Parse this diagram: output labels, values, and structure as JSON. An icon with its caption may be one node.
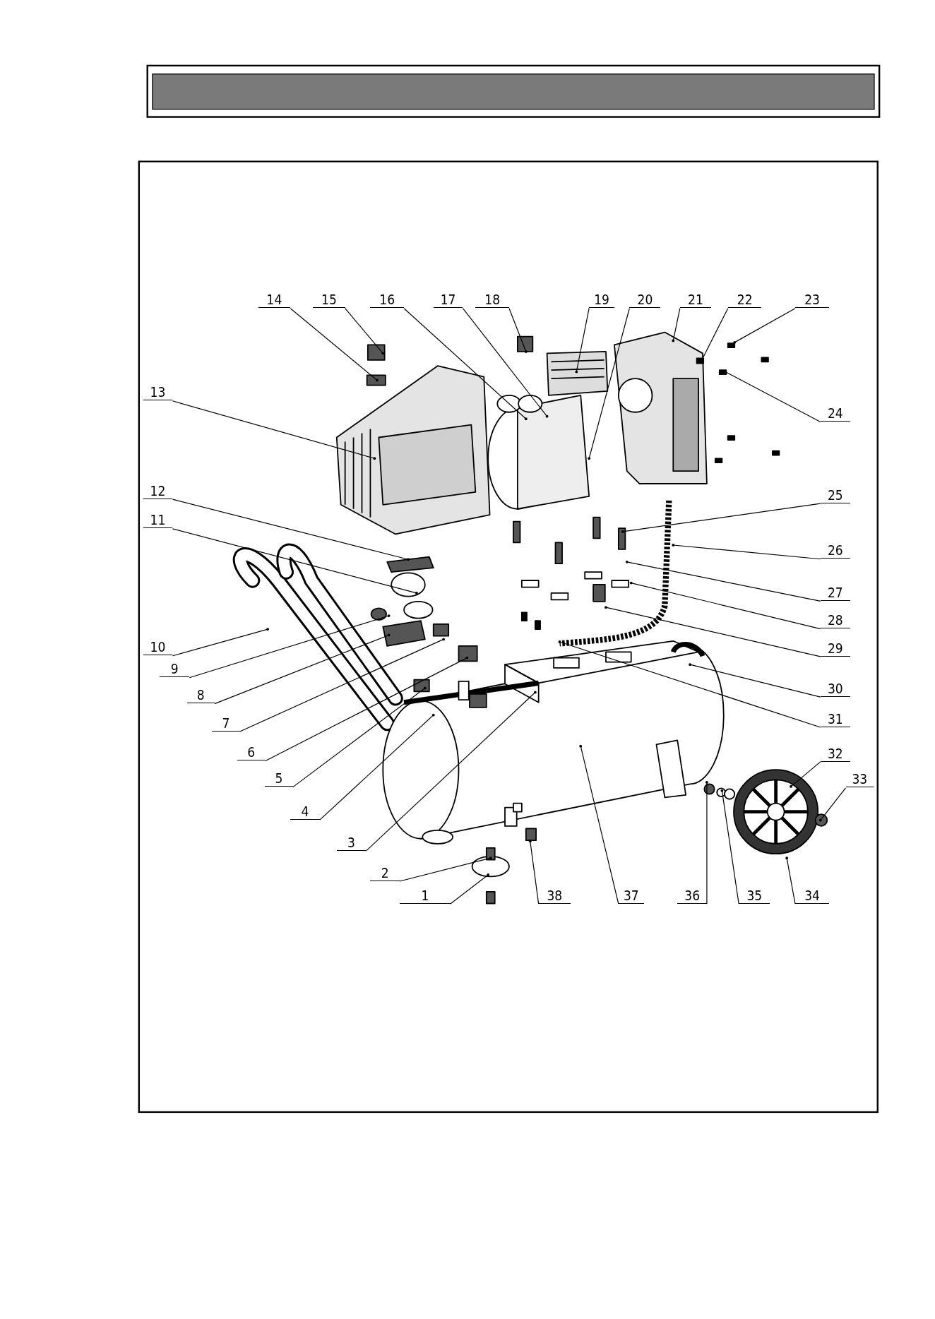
{
  "diagram": {
    "nodes": [
      {
        "text": [
          "1"
        ]
      },
      {
        "text": [
          "2"
        ]
      },
      {
        "text": [
          "3"
        ]
      },
      {
        "text": [
          "4"
        ]
      },
      {
        "text": [
          "5"
        ]
      },
      {
        "text": [
          "6"
        ]
      },
      {
        "text": [
          "7"
        ]
      },
      {
        "text": [
          "8"
        ]
      },
      {
        "text": [
          "9"
        ]
      },
      {
        "text": [
          "10"
        ]
      },
      {
        "text": [
          "11"
        ]
      },
      {
        "text": [
          "12"
        ]
      },
      {
        "text": [
          "13"
        ]
      },
      {
        "text": [
          "14"
        ]
      },
      {
        "text": [
          "15"
        ]
      },
      {
        "text": [
          "16"
        ]
      },
      {
        "text": [
          "17"
        ]
      },
      {
        "text": [
          "18"
        ]
      },
      {
        "text": [
          "19"
        ]
      },
      {
        "text": [
          "20"
        ]
      },
      {
        "text": [
          "21"
        ]
      },
      {
        "text": [
          "22"
        ]
      },
      {
        "text": [
          "23"
        ]
      },
      {
        "text": [
          "24"
        ]
      },
      {
        "text": [
          "25"
        ]
      },
      {
        "text": [
          "26"
        ]
      },
      {
        "text": [
          "27"
        ]
      },
      {
        "text": [
          "28"
        ]
      },
      {
        "text": [
          "29"
        ]
      },
      {
        "text": [
          "30"
        ]
      },
      {
        "text": [
          "31"
        ]
      },
      {
        "text": [
          "32"
        ]
      },
      {
        "text": [
          "33"
        ]
      },
      {
        "text": [
          "34"
        ]
      },
      {
        "text": [
          "35"
        ]
      },
      {
        "text": [
          "36"
        ]
      },
      {
        "text": [
          "37"
        ]
      },
      {
        "text": [
          "38"
        ]
      }
    ],
    "edges": [
      {
        "from": 0,
        "to": null,
        "arrow": "other"
      },
      {
        "from": 1,
        "to": null,
        "arrow": "other"
      },
      {
        "from": 2,
        "to": null,
        "arrow": "other"
      },
      {
        "from": 3,
        "to": null,
        "arrow": "other"
      },
      {
        "from": 4,
        "to": null,
        "arrow": "other"
      },
      {
        "from": 5,
        "to": null,
        "arrow": "other"
      },
      {
        "from": 6,
        "to": null,
        "arrow": "other"
      },
      {
        "from": 7,
        "to": null,
        "arrow": "other"
      },
      {
        "from": 8,
        "to": null,
        "arrow": "other"
      },
      {
        "from": 9,
        "to": null,
        "arrow": "other"
      },
      {
        "from": 10,
        "to": null,
        "arrow": "other"
      },
      {
        "from": 11,
        "to": null,
        "arrow": "other"
      },
      {
        "from": 12,
        "to": null,
        "arrow": "other"
      },
      {
        "from": 13,
        "to": null,
        "arrow": "other"
      },
      {
        "from": 14,
        "to": null,
        "arrow": "other"
      },
      {
        "from": 15,
        "to": null,
        "arrow": "other"
      },
      {
        "from": 16,
        "to": null,
        "arrow": "other"
      },
      {
        "from": 17,
        "to": null,
        "arrow": "other"
      },
      {
        "from": 18,
        "to": null,
        "arrow": "other"
      },
      {
        "from": 19,
        "to": null,
        "arrow": "other"
      },
      {
        "from": 20,
        "to": null,
        "arrow": "other"
      },
      {
        "from": 21,
        "to": null,
        "arrow": "other"
      },
      {
        "from": 22,
        "to": null,
        "arrow": "other"
      },
      {
        "from": 23,
        "to": null,
        "arrow": "other"
      },
      {
        "from": 24,
        "to": null,
        "arrow": "other"
      },
      {
        "from": 25,
        "to": null,
        "arrow": "other"
      },
      {
        "from": 26,
        "to": null,
        "arrow": "other"
      },
      {
        "from": 27,
        "to": null,
        "arrow": "other"
      },
      {
        "from": 28,
        "to": null,
        "arrow": "other"
      },
      {
        "from": 29,
        "to": null,
        "arrow": "other"
      },
      {
        "from": 30,
        "to": null,
        "arrow": "other"
      },
      {
        "from": 31,
        "to": null,
        "arrow": "other"
      },
      {
        "from": 32,
        "to": null,
        "arrow": "other"
      },
      {
        "from": 33,
        "to": null,
        "arrow": "other"
      },
      {
        "from": 34,
        "to": null,
        "arrow": "other"
      },
      {
        "from": 35,
        "to": null,
        "arrow": "other"
      },
      {
        "from": 36,
        "to": null,
        "arrow": "other"
      },
      {
        "from": 37,
        "to": null,
        "arrow": "other"
      }
    ]
  }
}
